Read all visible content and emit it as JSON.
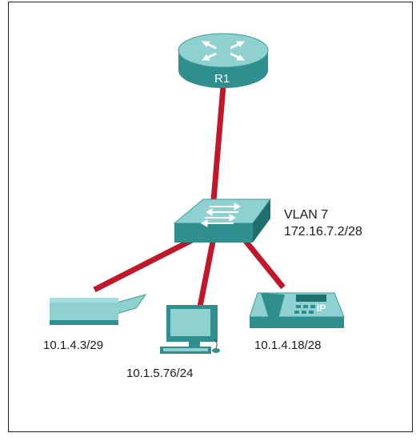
{
  "nodes": {
    "router": {
      "label": "R1"
    },
    "switch": {
      "vlan": "VLAN 7",
      "ip": "172.16.7.2/28"
    },
    "printer": {
      "ip": "10.1.4.3/29"
    },
    "pc": {
      "ip": "10.1.5.76/24"
    },
    "phone": {
      "ip": "10.1.4.18/28",
      "badge": "IP"
    }
  },
  "colors": {
    "link": "#c0182a",
    "device_top": "#8fd1d0",
    "device_side": "#2f8f8e",
    "device_dark": "#1e6f6e",
    "frame": "#222222"
  }
}
